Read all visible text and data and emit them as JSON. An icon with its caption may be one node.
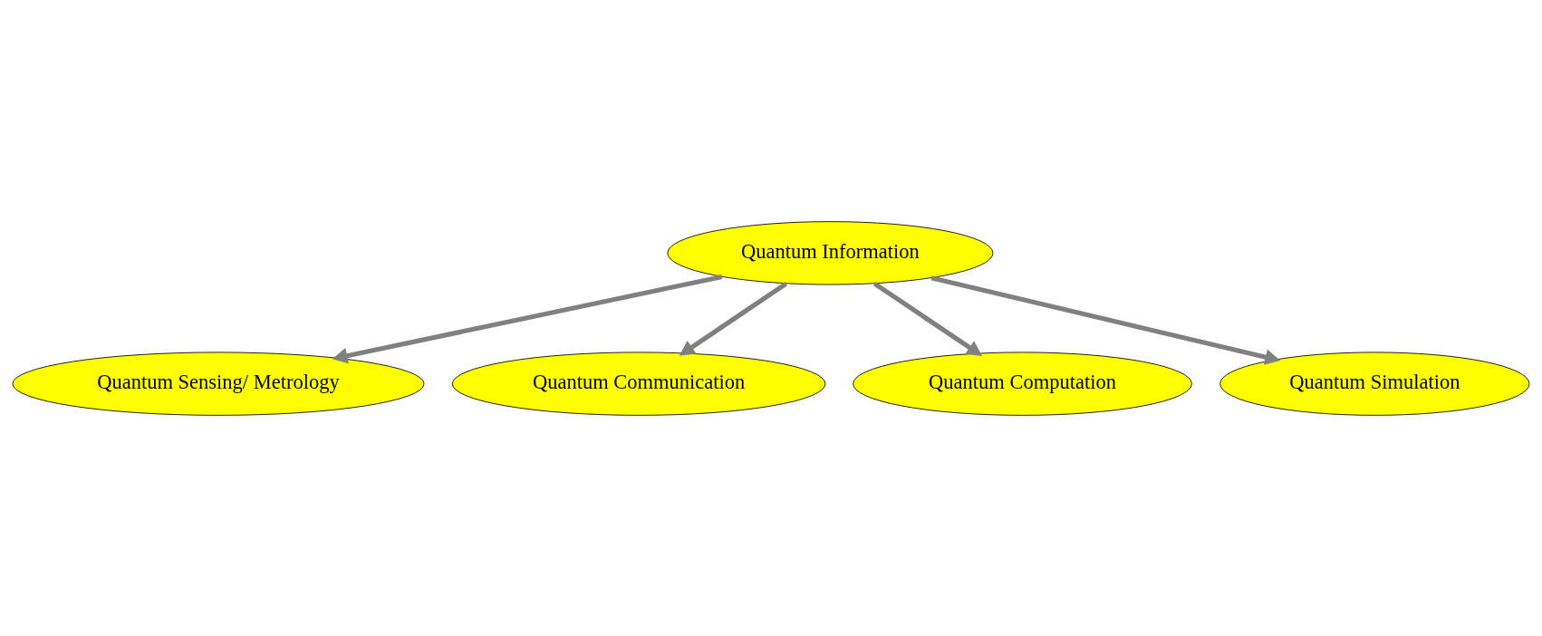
{
  "diagram": {
    "nodes": [
      {
        "text": [
          "Quantum Information"
        ]
      },
      {
        "text": [
          "Quantum Sensing/ Metrology"
        ]
      },
      {
        "text": [
          "Quantum Communication"
        ]
      },
      {
        "text": [
          "Quantum Computation"
        ]
      },
      {
        "text": [
          "Quantum Simulation"
        ]
      }
    ],
    "edges": [
      {
        "from": 0,
        "to": 1,
        "arrow": "to"
      },
      {
        "from": 0,
        "to": 2,
        "arrow": "to"
      },
      {
        "from": 0,
        "to": 3,
        "arrow": "to"
      },
      {
        "from": 0,
        "to": 4,
        "arrow": "to"
      }
    ]
  }
}
